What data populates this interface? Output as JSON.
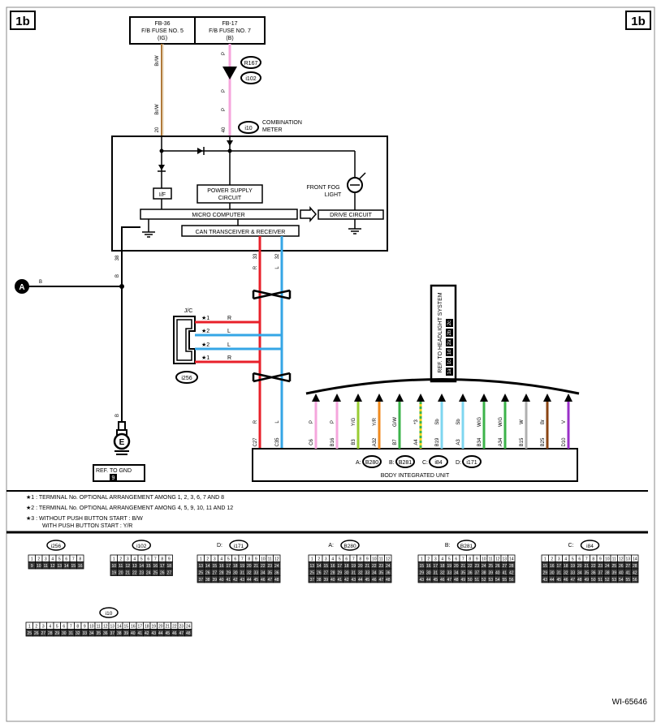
{
  "page": {
    "tag_left": "1b",
    "tag_right": "1b",
    "code": "WI-65646"
  },
  "fuses": [
    {
      "no": "FB-36",
      "name": "F/B FUSE NO. 5",
      "sub": "(IG)"
    },
    {
      "no": "FB-17",
      "name": "F/B FUSE NO. 7",
      "sub": "(B)"
    }
  ],
  "wires_top": {
    "left_color": "Br/W",
    "left_color2": "Br/W",
    "left_pin": "20",
    "right_color": "P",
    "right_color2": "P",
    "right_color3": "P",
    "right_color4": "P",
    "right_pin": "40"
  },
  "connector_refs": {
    "r167": "R167",
    "i102_top": "i102",
    "i10": "i10"
  },
  "meter": {
    "name1": "COMBINATION",
    "name2": "METER",
    "power1": "POWER SUPPLY",
    "power2": "CIRCUIT",
    "if_label": "I/F",
    "micro": "MICRO COMPUTER",
    "can": "CAN TRANSCEIVER & RECEIVER",
    "drive": "DRIVE CIRCUIT",
    "fog1": "FRONT FOG",
    "fog2": "LIGHT",
    "pin38": "38",
    "pin33": "33",
    "pin32": "32",
    "col33": "R",
    "col32": "L"
  },
  "left_side": {
    "a_label": "A",
    "a_color": "B",
    "gnd_color_top": "B",
    "gnd_color_bottom": "B",
    "ground_letter": "E",
    "ref_gnd": "REF. TO GND",
    "ref_gnd_num": "9"
  },
  "jc": {
    "label": "J/C",
    "connector": "i256",
    "rows": [
      {
        "mark": "★1",
        "color": "R"
      },
      {
        "mark": "★2",
        "color": "L"
      },
      {
        "mark": "★2",
        "color": "L"
      },
      {
        "mark": "★1",
        "color": "R"
      }
    ]
  },
  "headlight": {
    "label": "REF. TO HEADLIGHT SYSTEM",
    "nums": [
      "1a",
      "1c",
      "1d",
      "2a",
      "2b",
      "2c"
    ]
  },
  "biu": {
    "title": "BODY INTEGRATED UNIT",
    "conn_row": [
      {
        "pre": "A:",
        "name": "B280"
      },
      {
        "pre": "B:",
        "name": "B281"
      },
      {
        "pre": "C:",
        "name": "i84"
      },
      {
        "pre": "D:",
        "name": "i171"
      }
    ],
    "wires": [
      {
        "color": "R",
        "pin": "C27"
      },
      {
        "color": "L",
        "pin": "C35"
      },
      {
        "color": "P",
        "pin": "C6"
      },
      {
        "color": "P",
        "pin": "B16"
      },
      {
        "color": "Y/G",
        "pin": "B3"
      },
      {
        "color": "Y/R",
        "pin": "A32"
      },
      {
        "color": "G/W",
        "pin": "B7"
      },
      {
        "color": "*3",
        "pin": "A4"
      },
      {
        "color": "Sb",
        "pin": "B19"
      },
      {
        "color": "Sb",
        "pin": "A3"
      },
      {
        "color": "W/G",
        "pin": "B34"
      },
      {
        "color": "W/G",
        "pin": "A34"
      },
      {
        "color": "W",
        "pin": "B15"
      },
      {
        "color": "Br",
        "pin": "B25"
      },
      {
        "color": "V",
        "pin": "D10"
      }
    ]
  },
  "notes": [
    "★1 : TERMINAL No. OPTIONAL ARRANGEMENT AMONG 1, 2, 3, 6, 7 AND 8",
    "★2 : TERMINAL No. OPTIONAL ARRANGEMENT AMONG 4, 5, 9, 10, 11 AND 12",
    "★3 : WITHOUT PUSH BUTTON START : B/W",
    "WITH PUSH BUTTON START : Y/R"
  ],
  "connectors": [
    {
      "pre": "",
      "name": "i256"
    },
    {
      "pre": "",
      "name": "i102"
    },
    {
      "pre": "D:",
      "name": "i171"
    },
    {
      "pre": "A:",
      "name": "B280"
    },
    {
      "pre": "B:",
      "name": "B281"
    },
    {
      "pre": "C:",
      "name": "i84"
    },
    {
      "pre": "",
      "name": "i10"
    }
  ],
  "colors": {
    "brw": "#b07a3a",
    "pink": "#f5a6dc",
    "red": "#e8202a",
    "blue": "#35a6e6",
    "yg": "#99cc33",
    "yr": "#f08a1e",
    "gw": "#3cb34a",
    "sb": "#7fd6f0",
    "wg": "#3cb34a",
    "w": "#b0b0b0",
    "br": "#8b4513",
    "v": "#9a30c8"
  }
}
